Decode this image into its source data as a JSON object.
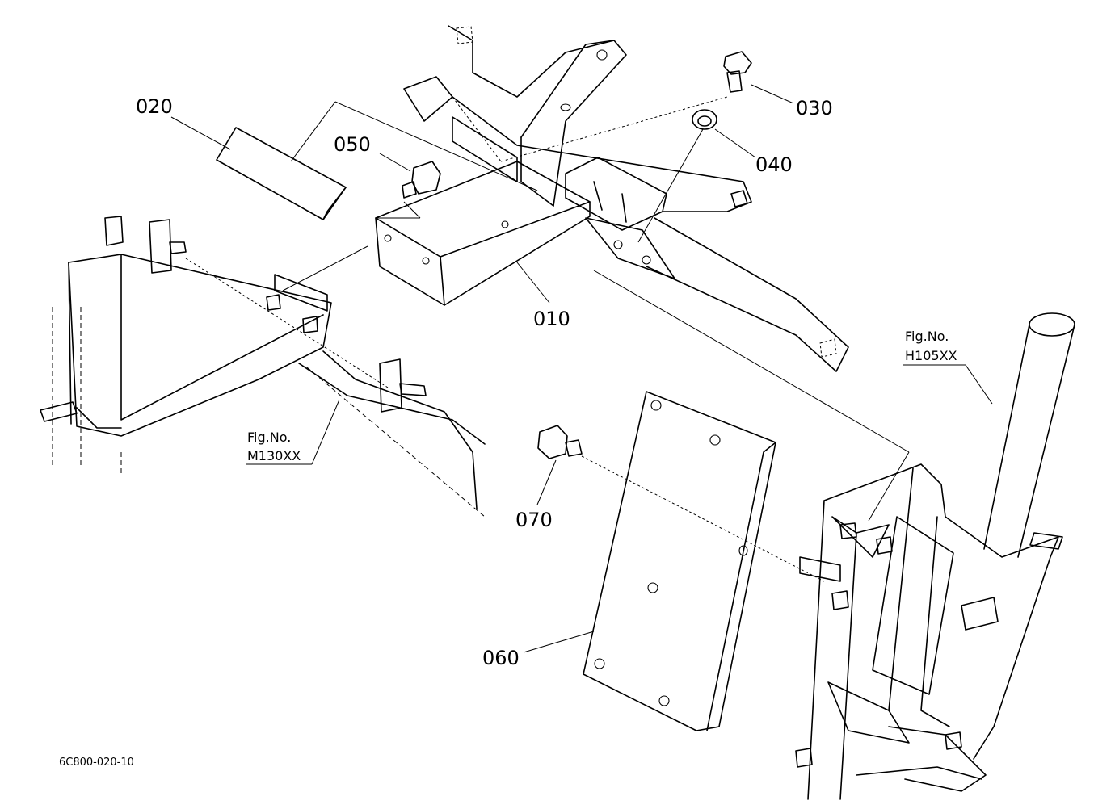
{
  "diagram": {
    "parts": [
      {
        "id": "010"
      },
      {
        "id": "020"
      },
      {
        "id": "030"
      },
      {
        "id": "040"
      },
      {
        "id": "050"
      },
      {
        "id": "060"
      },
      {
        "id": "070"
      }
    ],
    "figure_refs": [
      {
        "prefix": "Fig.No.",
        "code": "M130XX"
      },
      {
        "prefix": "Fig.No.",
        "code": "H105XX"
      }
    ],
    "document_id": "6C800-020-10"
  }
}
